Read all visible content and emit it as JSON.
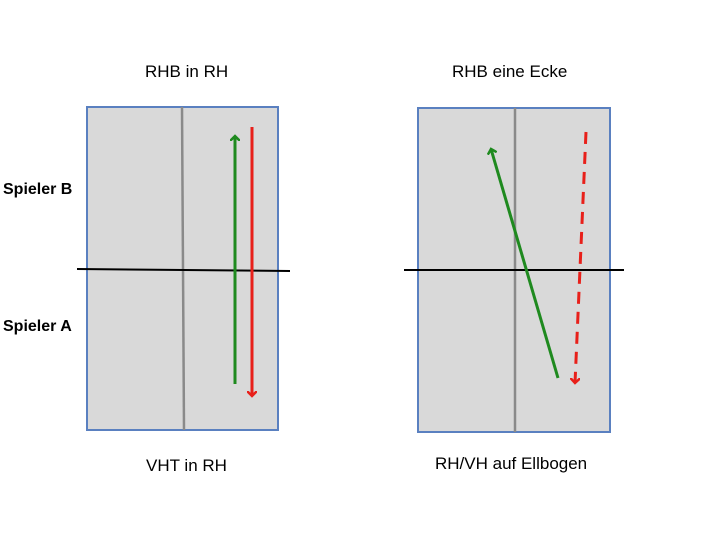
{
  "players": {
    "top": "Spieler B",
    "bottom": "Spieler A"
  },
  "diagrams": [
    {
      "title": "RHB in RH",
      "caption": "VHT in RH",
      "arrows": [
        {
          "color": "#1f8a1f",
          "style": "solid",
          "direction": "up"
        },
        {
          "color": "#e8201a",
          "style": "solid",
          "direction": "down"
        }
      ]
    },
    {
      "title": "RHB eine Ecke",
      "caption": "RH/VH auf Ellbogen",
      "arrows": [
        {
          "color": "#1f8a1f",
          "style": "solid",
          "direction": "up"
        },
        {
          "color": "#e8201a",
          "style": "dashed",
          "direction": "down"
        }
      ]
    }
  ],
  "colors": {
    "table_fill": "#d9d9d9",
    "table_border": "#5a80c0",
    "centre_line": "#8a8a8a",
    "net": "#000000"
  }
}
